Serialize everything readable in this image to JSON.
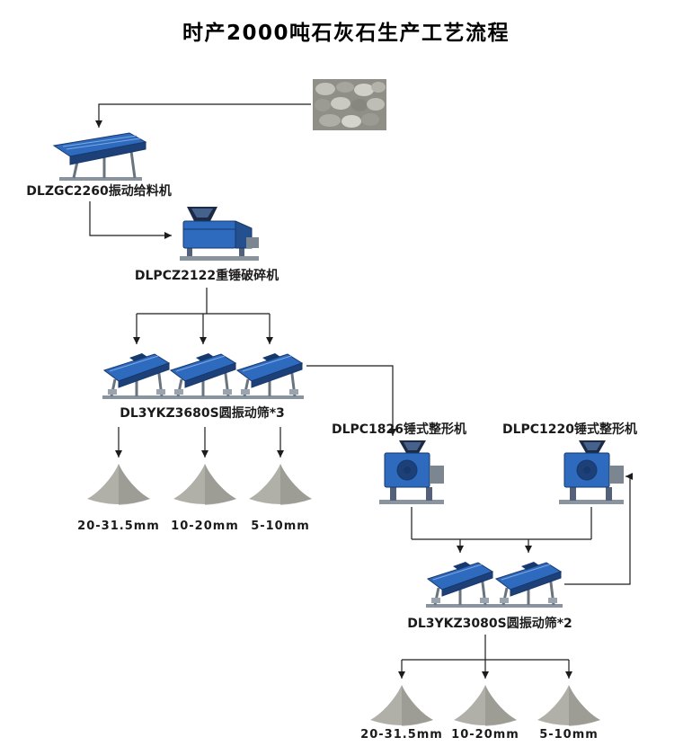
{
  "title": "时产2000吨石灰石生产工艺流程",
  "colors": {
    "machine_blue": "#2e6bbf",
    "machine_dark_blue": "#1d4078",
    "connector_line": "#1c1c1c",
    "stockpile_gray": "#b0b0a9"
  },
  "machines": {
    "feeder": {
      "label": "DLZGC2260振动给料机"
    },
    "crusher": {
      "label": "DLPCZ2122重锤破碎机"
    },
    "screens1": {
      "label": "DL3YKZ3680S圆振动筛*3"
    },
    "shaper1": {
      "label": "DLPC1826锤式整形机"
    },
    "shaper2": {
      "label": "DLPC1220锤式整形机"
    },
    "screens2": {
      "label": "DL3YKZ3080S圆振动筛*2"
    }
  },
  "products_top": [
    "20-31.5mm",
    "10-20mm",
    "5-10mm"
  ],
  "products_bottom": [
    "20-31.5mm",
    "10-20mm",
    "5-10mm"
  ]
}
